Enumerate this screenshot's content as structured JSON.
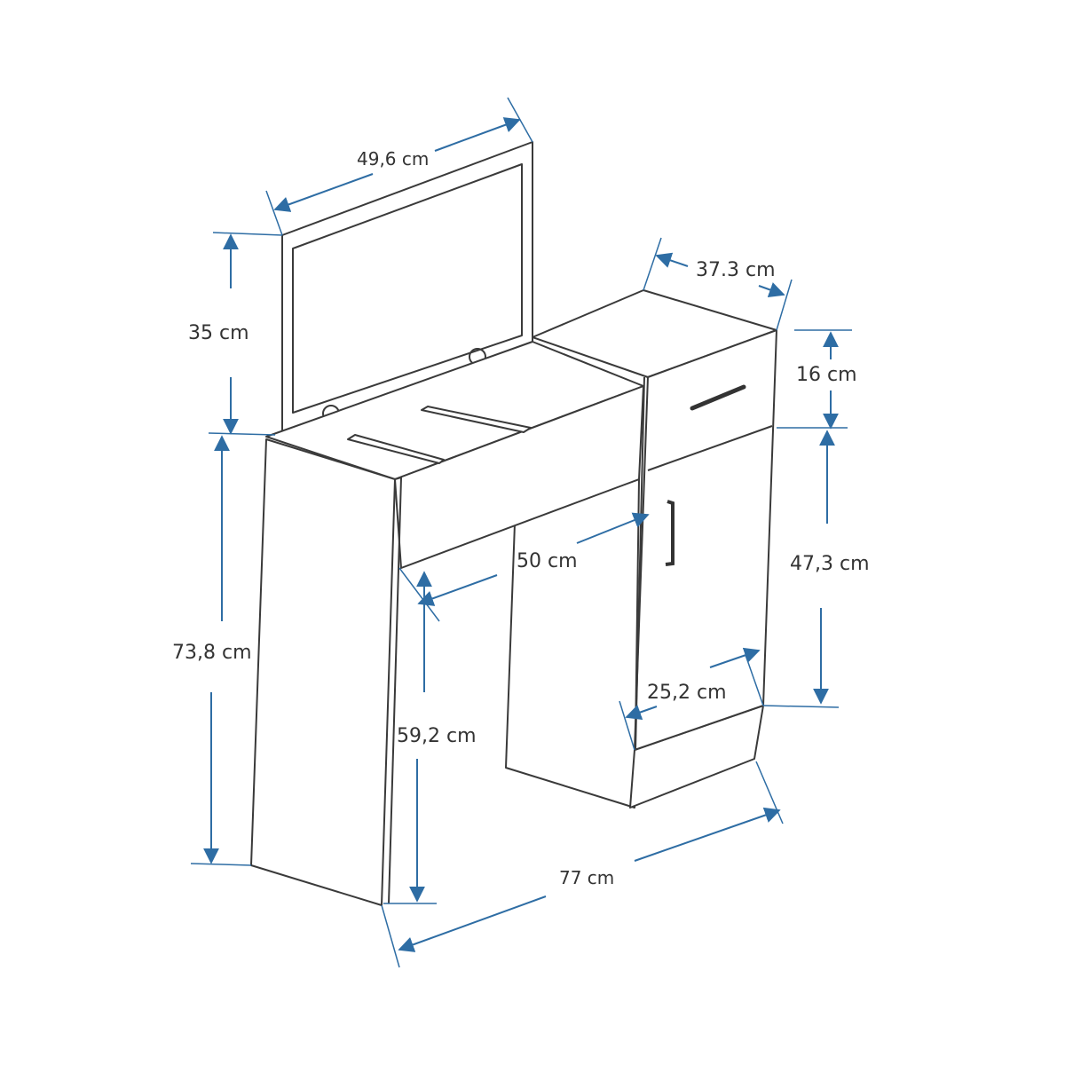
{
  "title": "Dressing table dimension drawing",
  "dimensions": {
    "mirror_width": "49,6 cm",
    "mirror_height": "35 cm",
    "cabinet_depth": "37.3 cm",
    "drawer_height": "16 cm",
    "total_height": "73,8 cm",
    "knee_depth": "50 cm",
    "door_height": "47,3 cm",
    "knee_height": "59,2 cm",
    "cabinet_width": "25,2 cm",
    "total_width": "77 cm"
  },
  "colors": {
    "dimension_line": "#2e6da4",
    "outline": "#3a3a3a"
  }
}
